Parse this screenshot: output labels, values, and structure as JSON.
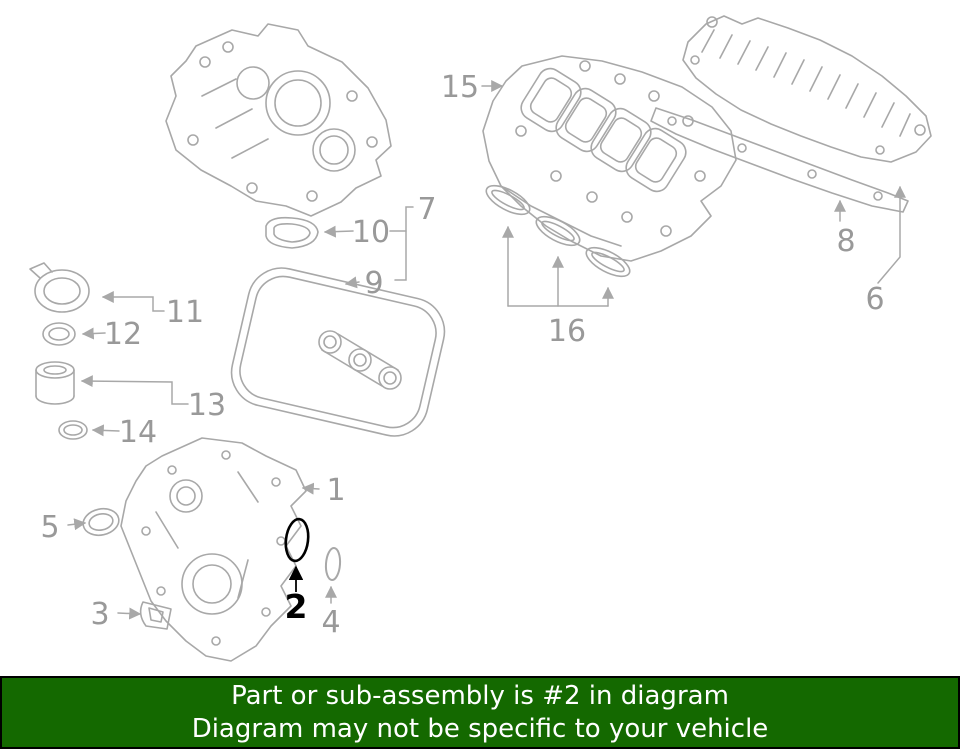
{
  "diagram": {
    "line_color": "#a8a8a8",
    "label_color": "#999999",
    "highlight_color": "#000000",
    "highlighted_part": "2",
    "callouts": {
      "n1": "1",
      "n2": "2",
      "n3": "3",
      "n4": "4",
      "n5": "5",
      "n6": "6",
      "n7": "7",
      "n8": "8",
      "n9": "9",
      "n10": "10",
      "n11": "11",
      "n12": "12",
      "n13": "13",
      "n14": "14",
      "n15": "15",
      "n16": "16"
    }
  },
  "banner": {
    "line1": "Part or sub-assembly is #2 in diagram",
    "line2": "Diagram may not be specific to your vehicle",
    "background_color": "#146900",
    "text_color": "#ffffff"
  }
}
